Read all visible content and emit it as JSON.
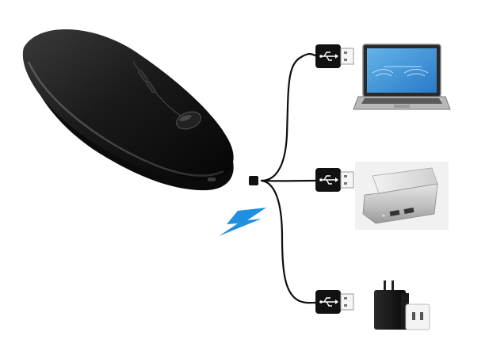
{
  "scene": {
    "background": "#ffffff",
    "items": [
      {
        "name": "wireless-mouse",
        "color": "#161616"
      },
      {
        "name": "charging-cable",
        "color": "#0e0e0e"
      },
      {
        "name": "usb-plug-laptop",
        "target": "laptop"
      },
      {
        "name": "usb-plug-power-bank",
        "target": "power-bank"
      },
      {
        "name": "usb-plug-wall-charger",
        "target": "wall-charger"
      },
      {
        "name": "lightning-bolt-icon",
        "color": "#1f8fe0"
      }
    ]
  }
}
